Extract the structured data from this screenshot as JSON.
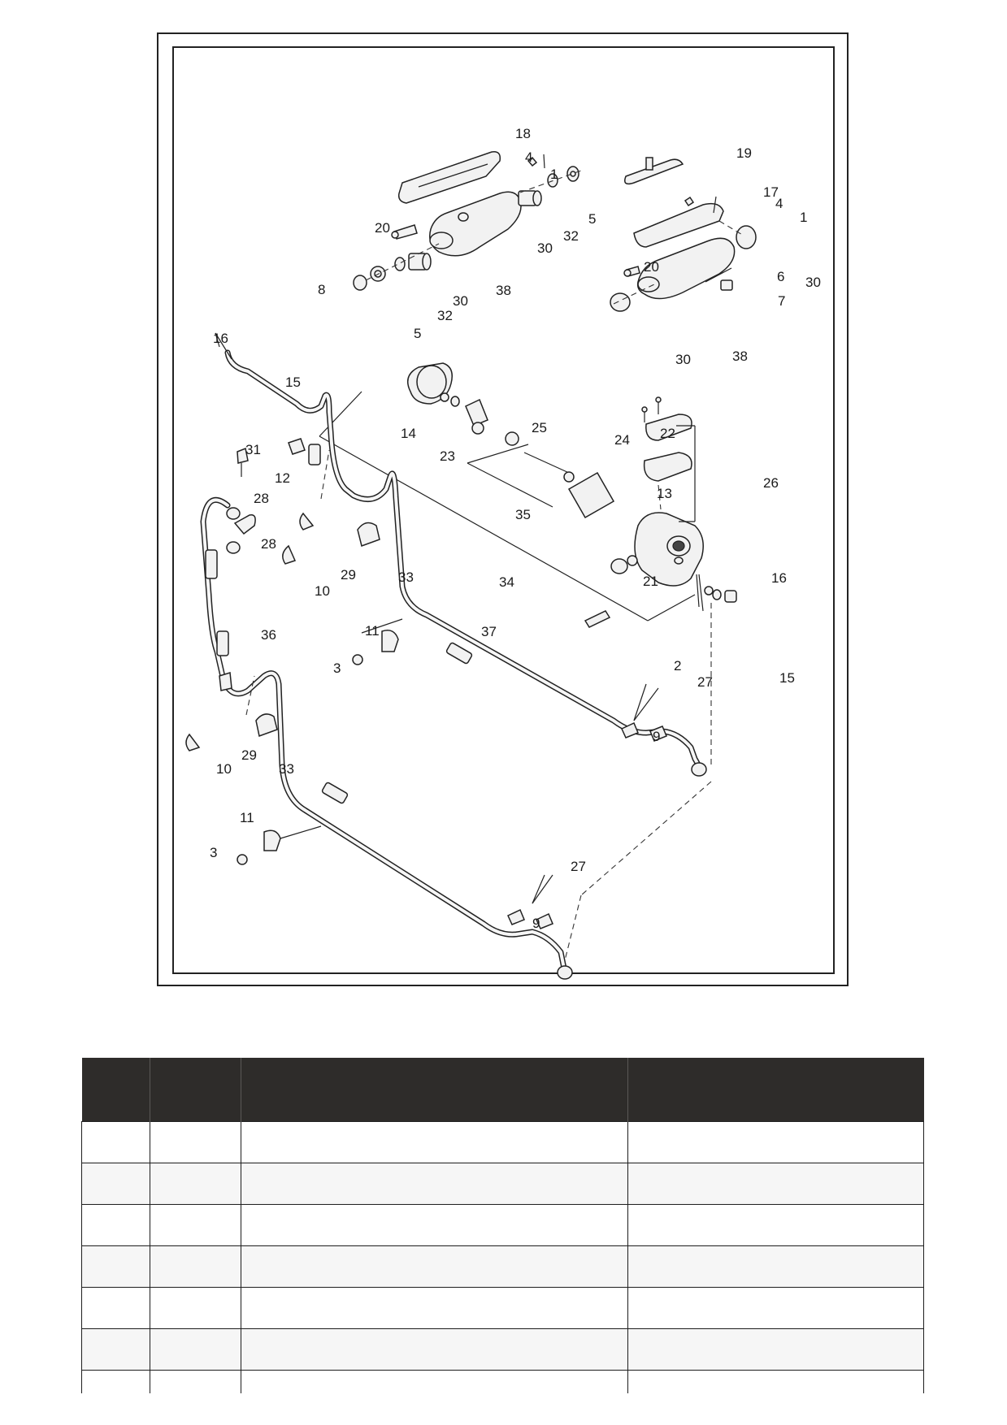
{
  "diagram": {
    "callouts": [
      {
        "n": "18"
      },
      {
        "n": "4"
      },
      {
        "n": "1"
      },
      {
        "n": "5"
      },
      {
        "n": "20"
      },
      {
        "n": "32"
      },
      {
        "n": "30"
      },
      {
        "n": "38"
      },
      {
        "n": "8"
      },
      {
        "n": "30"
      },
      {
        "n": "32"
      },
      {
        "n": "5"
      },
      {
        "n": "19"
      },
      {
        "n": "17"
      },
      {
        "n": "4"
      },
      {
        "n": "1"
      },
      {
        "n": "20"
      },
      {
        "n": "6"
      },
      {
        "n": "30"
      },
      {
        "n": "7"
      },
      {
        "n": "30"
      },
      {
        "n": "38"
      },
      {
        "n": "16"
      },
      {
        "n": "15"
      },
      {
        "n": "14"
      },
      {
        "n": "25"
      },
      {
        "n": "23"
      },
      {
        "n": "24"
      },
      {
        "n": "22"
      },
      {
        "n": "31"
      },
      {
        "n": "12"
      },
      {
        "n": "26"
      },
      {
        "n": "13"
      },
      {
        "n": "35"
      },
      {
        "n": "28"
      },
      {
        "n": "28"
      },
      {
        "n": "29"
      },
      {
        "n": "10"
      },
      {
        "n": "33"
      },
      {
        "n": "34"
      },
      {
        "n": "21"
      },
      {
        "n": "16"
      },
      {
        "n": "36"
      },
      {
        "n": "11"
      },
      {
        "n": "37"
      },
      {
        "n": "3"
      },
      {
        "n": "2"
      },
      {
        "n": "15"
      },
      {
        "n": "27"
      },
      {
        "n": "9"
      },
      {
        "n": "29"
      },
      {
        "n": "10"
      },
      {
        "n": "33"
      },
      {
        "n": "11"
      },
      {
        "n": "3"
      },
      {
        "n": "27"
      },
      {
        "n": "9"
      }
    ]
  },
  "table": {
    "headers": [
      "",
      "",
      "",
      ""
    ],
    "rows": [
      [
        "",
        "",
        "",
        ""
      ],
      [
        "",
        "",
        "",
        ""
      ],
      [
        "",
        "",
        "",
        ""
      ],
      [
        "",
        "",
        "",
        ""
      ],
      [
        "",
        "",
        "",
        ""
      ],
      [
        "",
        "",
        "",
        ""
      ],
      [
        "",
        "",
        "",
        ""
      ]
    ]
  },
  "colors": {
    "table_header": "#2e2c2a",
    "line": "#222222"
  }
}
